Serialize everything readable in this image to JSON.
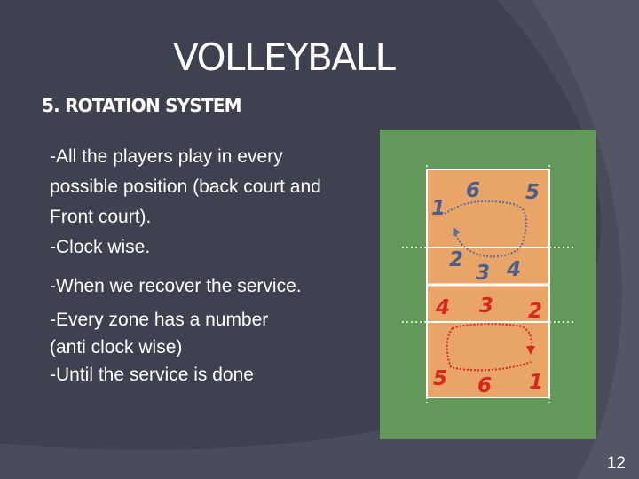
{
  "slide": {
    "title": "VOLLEYBALL",
    "subtitle": "5. ROTATION SYSTEM",
    "lines_block1": [
      "-All the players play in every",
      "possible position (back court and",
      "Front court).",
      "-Clock wise."
    ],
    "line_block2": "-When we recover the service.",
    "lines_block3": [
      "-Every zone has a number",
      "(anti clock wise)",
      "-Until the service is done"
    ],
    "page_number": "12"
  },
  "court": {
    "top_half_numbers": [
      "1",
      "6",
      "5",
      "2",
      "3",
      "4"
    ],
    "bottom_half_numbers": [
      "4",
      "3",
      "2",
      "5",
      "6",
      "1"
    ],
    "colors": {
      "background_green": "#62985a",
      "court_orange": "#e9a468",
      "number_red": "#d8281e",
      "lines": "#ffffff"
    }
  }
}
